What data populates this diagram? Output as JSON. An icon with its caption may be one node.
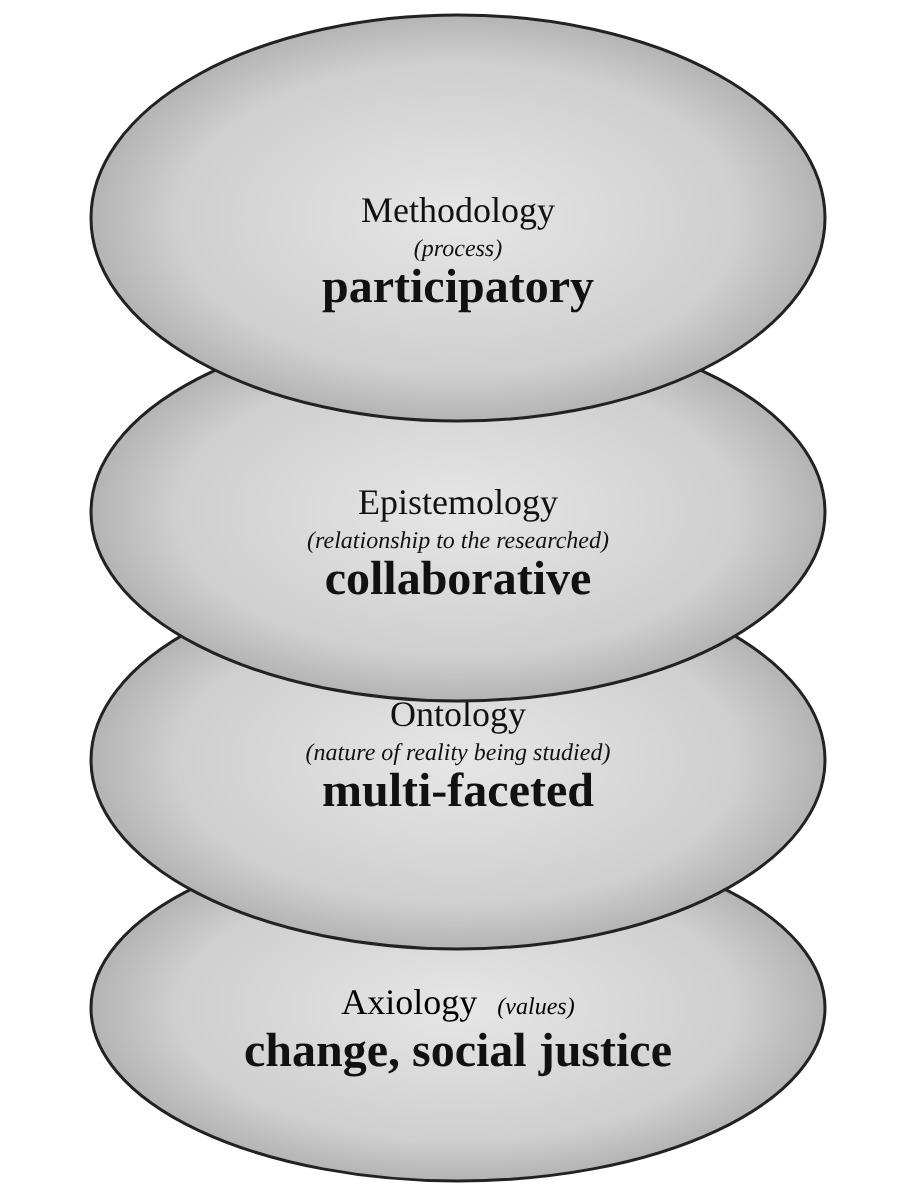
{
  "diagram": {
    "nodes": [
      {
        "text": [
          "Methodology",
          "(process)",
          "participatory"
        ]
      },
      {
        "text": [
          "Epistemology",
          "(relationship to the researched)",
          "collaborative"
        ]
      },
      {
        "text": [
          "Ontology",
          "(nature of reality being studied)",
          "multi-faceted"
        ]
      },
      {
        "text": [
          "Axiology",
          "(values)",
          "change, social justice"
        ]
      }
    ]
  }
}
